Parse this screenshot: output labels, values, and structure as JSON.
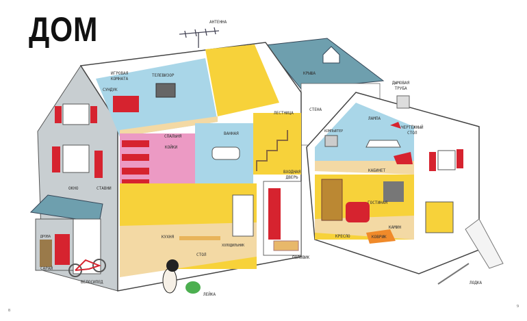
{
  "title": "ДОМ",
  "labels": {
    "antenna": "АНТЕННА",
    "playroom_1": "ИГРОВАЯ",
    "playroom_2": "КОМНАТА",
    "tv": "ТЕЛЕВИЗОР",
    "chest": "СУНДУК",
    "roof": "КРЫША",
    "chimney_1": "ДЫМОВАЯ",
    "chimney_2": "ТРУБА",
    "wall": "СТЕНА",
    "lamp": "ЛАМПА",
    "computer": "КОМПЬЮТЕР",
    "drafting_table_1": "ЧЕРТЁЖНЫЙ",
    "drafting_table_2": "СТОЛ",
    "study": "КАБИНЕТ",
    "bedroom": "СПАЛЬНЯ",
    "bunks": "КОЙКИ",
    "bathroom": "ВАННАЯ",
    "stairs": "ЛЕСТНИЦА",
    "front_door_1": "ВХОДНАЯ",
    "front_door_2": "ДВЕРЬ",
    "window": "ОКНО",
    "shutters": "СТАВНИ",
    "firewood": "ДРОВА",
    "kitchen": "КУХНЯ",
    "table": "СТОЛ",
    "fridge": "ХОЛОДИЛЬНИК",
    "doormat": "ПОЛОВИК",
    "living_room": "ГОСТИНАЯ",
    "armchair": "КРЕСЛО",
    "rug": "КОВРИК",
    "fireplace": "КАМИН",
    "shed": "САРАЙ",
    "bicycle": "ВЕЛОСИПЕД",
    "watering_can": "ЛЕЙКА",
    "boat": "ЛОДКА"
  },
  "page_numbers": {
    "left": "8",
    "right": "9"
  },
  "colors": {
    "blue": "#a9d6e8",
    "yellow": "#f7d23a",
    "pink": "#ec9ac4",
    "red": "#d6232f",
    "roof": "#6e9fae",
    "gray": "#c8ced1",
    "floor": "#f3d9a4"
  }
}
